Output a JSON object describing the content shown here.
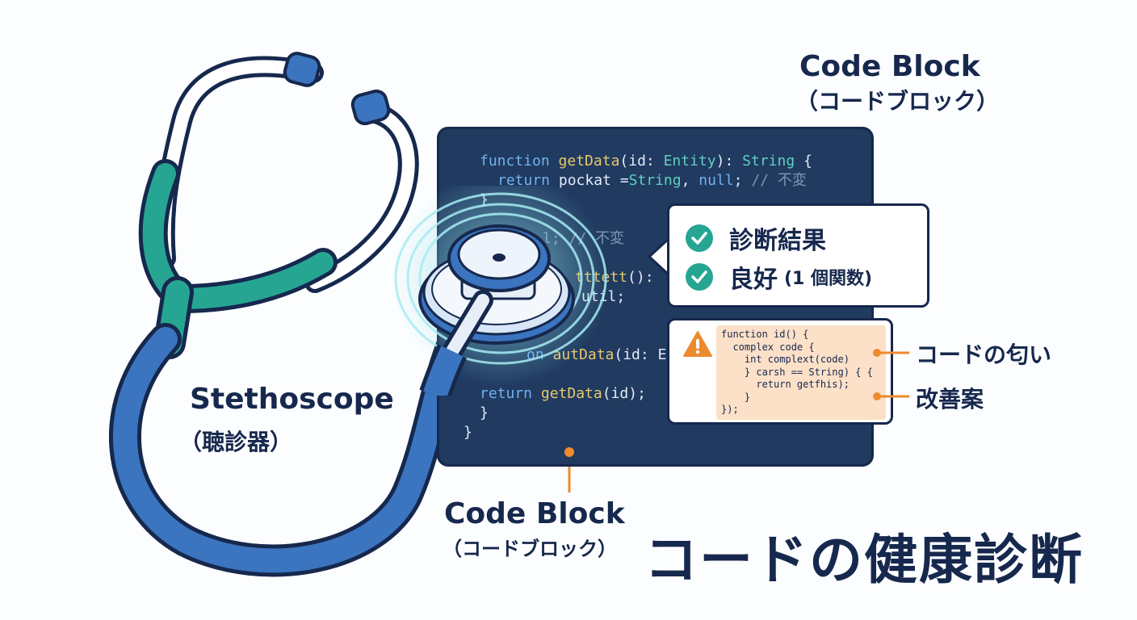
{
  "labels": {
    "code_block_top_en": "Code Block",
    "code_block_top_jp": "（コードブロック）",
    "code_block_bottom_en": "Code Block",
    "code_block_bottom_jp": "（コードブロック）",
    "stethoscope_en": "Stethoscope",
    "stethoscope_jp": "（聴診器）",
    "title": "コードの健康診断"
  },
  "code": {
    "l1": {
      "kw": "function",
      "fn": "getData",
      "p1": "(id: ",
      "ty": "Entity",
      "p2": "): ",
      "ty2": "String",
      "p3": " {"
    },
    "l2": {
      "kw": "return",
      "p1": " pockat =",
      "ty": "String",
      "p2": ", ",
      "kw2": "null",
      "p3": "; ",
      "cm": "// 不変"
    },
    "l3": {
      "p1": "}"
    },
    "l4": {
      "cm": "l; // 不変"
    },
    "l5": {
      "fn": "tttett",
      "p1": "():"
    },
    "l6": {
      "p1": "util;"
    },
    "l7": {
      "kw": "on ",
      "fn": "autData",
      "p1": "(id: E"
    },
    "l8": {
      "kw": "return",
      "p1": " ",
      "fn": "getData",
      "p2": "(id);"
    },
    "l9": {
      "p1": "}"
    },
    "l10": {
      "p1": "}"
    }
  },
  "diagnosis": {
    "row1": "診断結果",
    "row2_main": "良好",
    "row2_sub": "(1 個関数)"
  },
  "smell_code": [
    "function id() {",
    "  complex code {",
    "    int complext(code)",
    "    } carsh == String) { {",
    "      return getfhis);",
    "    }",
    "});"
  ],
  "callouts": {
    "smell": "コードの匂い",
    "improve": "改善案"
  },
  "colors": {
    "navy": "#16284d",
    "panel": "#203a60",
    "blue": "#3b74bf",
    "teal": "#27a593",
    "orange": "#ee8a2e",
    "smell_bg": "#fce0c8"
  },
  "icons": {
    "check": "check-circle-icon",
    "warning": "warning-triangle-icon"
  }
}
